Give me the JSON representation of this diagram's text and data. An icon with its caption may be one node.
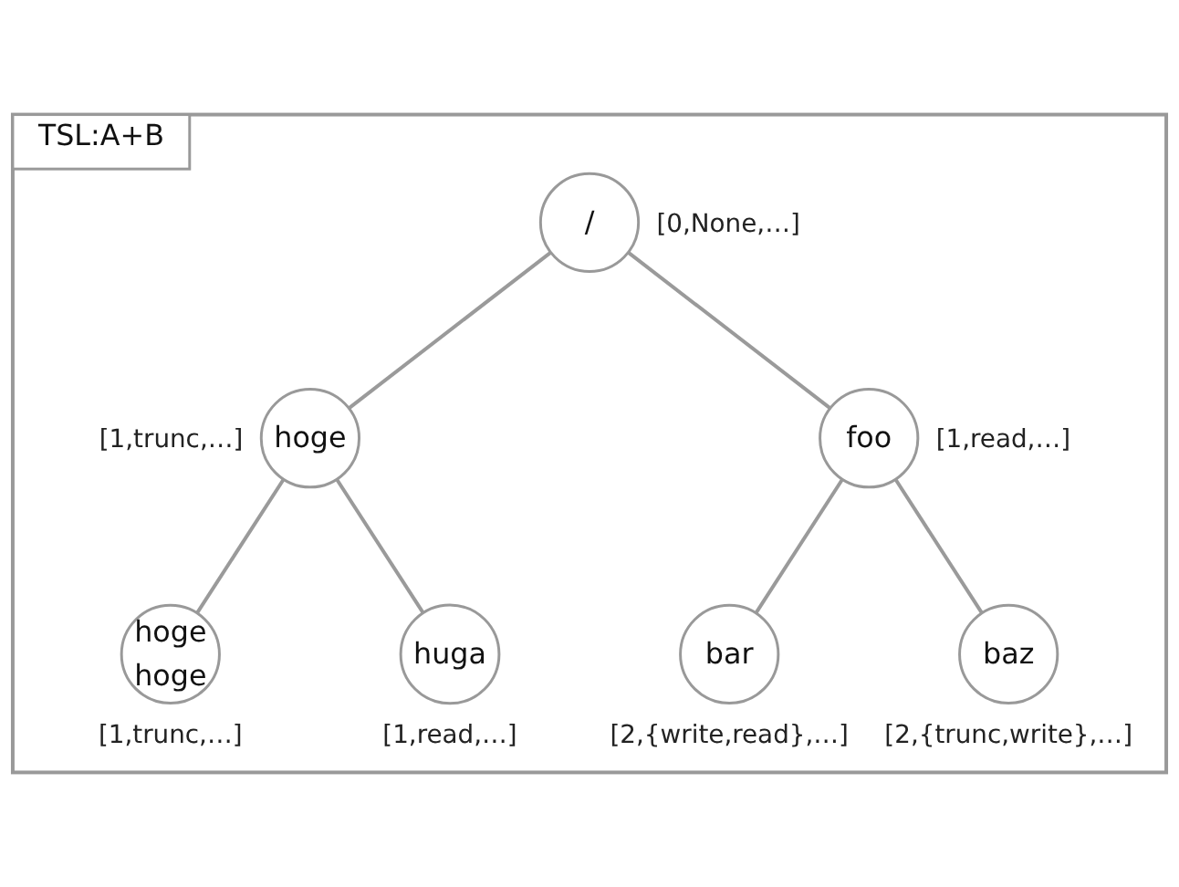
{
  "diagram": {
    "nodes": [
      {
        "text": [
          "TSL:A+B"
        ]
      },
      {
        "text": [
          "/"
        ],
        "in": 0,
        "beside": [
          "[0,None,…]"
        ]
      },
      {
        "text": [
          "hoge"
        ],
        "in": 0,
        "beside": [
          "[1,trunc,…]"
        ]
      },
      {
        "text": [
          "foo"
        ],
        "in": 0,
        "beside": [
          "[1,read,…]"
        ]
      },
      {
        "text": [
          "hoge hoge"
        ],
        "in": 0,
        "beside": [
          "[1,trunc,…]"
        ]
      },
      {
        "text": [
          "huga"
        ],
        "in": 0,
        "beside": [
          "[1,read,…]"
        ]
      },
      {
        "text": [
          "bar"
        ],
        "in": 0,
        "beside": [
          "[2,{write,read},…]"
        ]
      },
      {
        "text": [
          "baz"
        ],
        "in": 0,
        "beside": [
          "[2,{trunc,write},…]"
        ]
      }
    ],
    "edges": [
      {
        "from": 1,
        "to": 2,
        "arrow": "none"
      },
      {
        "from": 1,
        "to": 3,
        "arrow": "none"
      },
      {
        "from": 2,
        "to": 4,
        "arrow": "none"
      },
      {
        "from": 2,
        "to": 5,
        "arrow": "none"
      },
      {
        "from": 3,
        "to": 6,
        "arrow": "none"
      },
      {
        "from": 3,
        "to": 7,
        "arrow": "none"
      }
    ]
  }
}
